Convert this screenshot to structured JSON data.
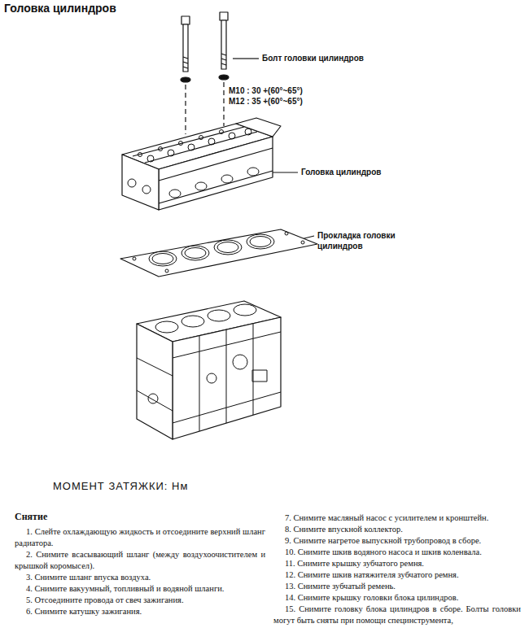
{
  "diagram": {
    "title": "Головка цилиндров",
    "labels": [
      "Болт головки цилиндров",
      "M10 : 30 +(60°~65°)",
      "M12 : 35 +(60°~65°)",
      "Головка цилиндров",
      "Прокладка головки цилиндров",
      "МОМЕНТ ЗАТЯЖКИ: Нм",
      "Снятие",
      "1. Слейте охлаждающую жидкость и отсоедините верхний шланг радиатора.",
      "2. Снимите всасывающий шланг (между воздухоочистителем и крышкой коромысел).",
      "3. Снимите шланг впуска воздуха.",
      "4. Снимите вакуумный, топливный и водяной шланги.",
      "5. Отсоедините провода от свеч зажигания.",
      "6. Снимите катушку зажигания.",
      "7. Снимите масляный насос с усилителем и кронштейн.",
      "8. Снимите впускной коллектор.",
      "9. Снимите нагретое выпускной трубопровод в сборе.",
      "10. Снимите шкив водяного насоса и шкив коленвала.",
      "11. Снимите крышку зубчатого ремня.",
      "12. Снимите шкив натяжителя зубчатого ремня.",
      "13. Снимите зубчатый ремень.",
      "14. Снимите крышку головки блока цилиндров.",
      "15. Снимите головку блока цилиндров в сборе. Болты головки могут быть сняты при помощи специнструмента,"
    ]
  }
}
